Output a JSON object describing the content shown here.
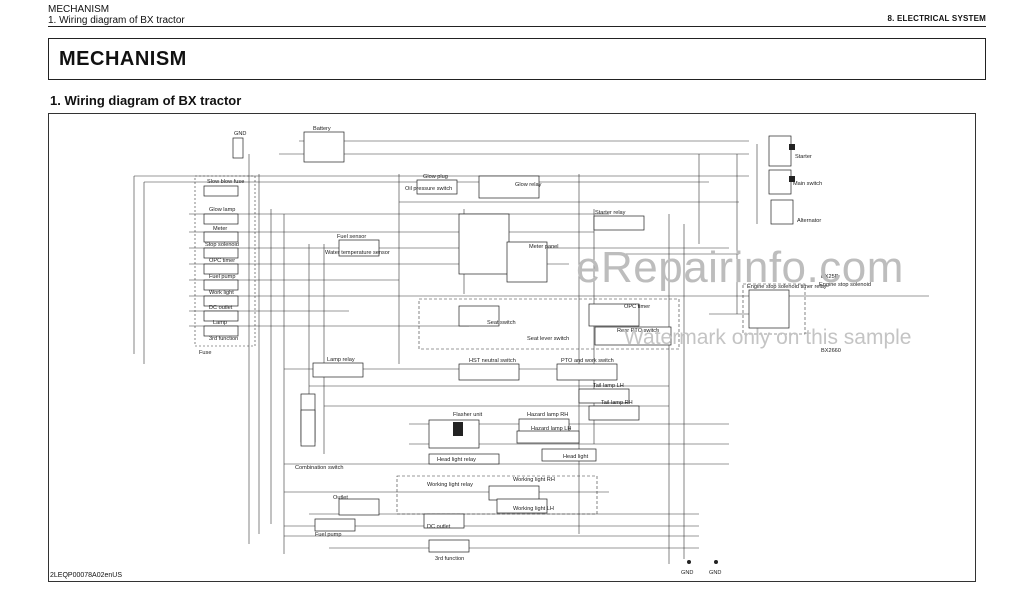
{
  "header": {
    "left_line1": "MECHANISM",
    "left_line2": "1. Wiring diagram of BX tractor",
    "right": "8. ELECTRICAL SYSTEM"
  },
  "title": "MECHANISM",
  "section_title": "1. Wiring diagram of BX tractor",
  "doc_id": "2LEQP00078A02enUS",
  "watermark": {
    "main": "eRepairinfo.com",
    "sub": "Watermark only on this sample"
  },
  "diagram": {
    "labels": {
      "gnd_top": "GND",
      "battery": "Battery",
      "starter": "Starter",
      "main_switch": "Main switch",
      "alternator": "Alternator",
      "slow_blow_fuse": "Slow blow fuse",
      "glow_lamp": "Glow lamp",
      "meter": "Meter",
      "stop_solenoid": "Stop solenoid",
      "opc_timer_left": "OPC timer",
      "fuel_pump": "Fuel pump",
      "work_light": "Work light",
      "dc_outlet": "DC outlet",
      "lamp": "Lamp",
      "third_function": "3rd function",
      "fuse": "Fuse",
      "glow_plug": "Glow plug",
      "oil_pressure_switch": "Oil pressure switch",
      "glow_relay": "Glow relay",
      "fuel_sensor": "Fuel sensor",
      "water_temp_sensor": "Water temperature sensor",
      "meter_panel": "Meter panel",
      "starter_relay": "Starter relay",
      "engine_stop_relay": "Engine stop solenoid timer relay",
      "engine_stop_solenoid": "Engine stop solenoid",
      "opc_timer_right": "OPC timer",
      "seat_switch": "Seat switch",
      "seat_lever_switch": "Seat lever switch",
      "rear_pto_switch": "Rear PTO switch",
      "lamp_relay": "Lamp relay",
      "hst_neutral_switch": "HST neutral switch",
      "pto_switch": "PTO and work switch",
      "tail_lamp_lh": "Tail lamp LH",
      "tail_lamp_rh": "Tail lamp RH",
      "flasher_unit": "Flasher unit",
      "hazard_lamp_rh": "Hazard lamp RH",
      "hazard_lamp_lh": "Hazard lamp LH",
      "head_light": "Head light",
      "head_light_relay": "Head light relay",
      "combination_switch": "Combination switch",
      "outlet": "Outlet",
      "working_light_relay": "Working light relay",
      "working_light_rh": "Working light RH",
      "working_light_lh": "Working light LH",
      "fuel_pump_bottom": "Fuel pump",
      "dc_outlet_bottom": "DC outlet",
      "third_function_bottom": "3rd function",
      "gnd_bottom_1": "GND",
      "gnd_bottom_2": "GND",
      "model_a": "BX25D",
      "model_b": "BX2660"
    }
  }
}
